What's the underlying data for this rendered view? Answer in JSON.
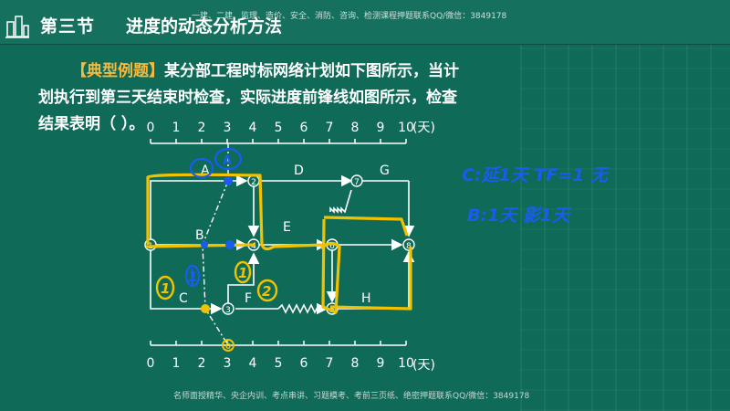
{
  "header": {
    "section": "第三节",
    "topic": "进度的动态分析方法",
    "watermark": "一建、二建、监理、造价、安全、消防、咨询、检测课程押题联系QQ/微信：3849178"
  },
  "question": {
    "tag": "【典型例题】",
    "line1": "某分部工程时标网络计划如下图所示，当计",
    "line2": "划执行到第三天结束时检查，实际进度前锋线如图所示，检查",
    "line3": "结果表明（    ）。"
  },
  "chart_data": {
    "type": "time-scaled network",
    "time_axis": {
      "ticks": [
        "0",
        "1",
        "2",
        "3",
        "4",
        "5",
        "6",
        "7",
        "8",
        "9",
        "10"
      ],
      "unit": "(天)"
    },
    "activities": [
      "A",
      "B",
      "C",
      "D",
      "E",
      "F",
      "G",
      "H"
    ],
    "node_labels": [
      "1",
      "2",
      "3",
      "4",
      "5",
      "6",
      "7",
      "8"
    ],
    "handwritten_marks": [
      "A",
      "1",
      "1",
      "1",
      "2",
      "0"
    ]
  },
  "notes": {
    "line1": "C:延1天 TF=1 无",
    "line2": "B:1天 影1天"
  },
  "footer": {
    "watermark": "名师面授精华、央企内训、考点串讲、习题模考、考前三页纸、绝密押题联系QQ/微信：3849178"
  },
  "colors": {
    "background": "#0f6a58",
    "highlight": "#f2c200",
    "ink_blue": "#1a5cf0",
    "tag": "#f6b93b"
  }
}
